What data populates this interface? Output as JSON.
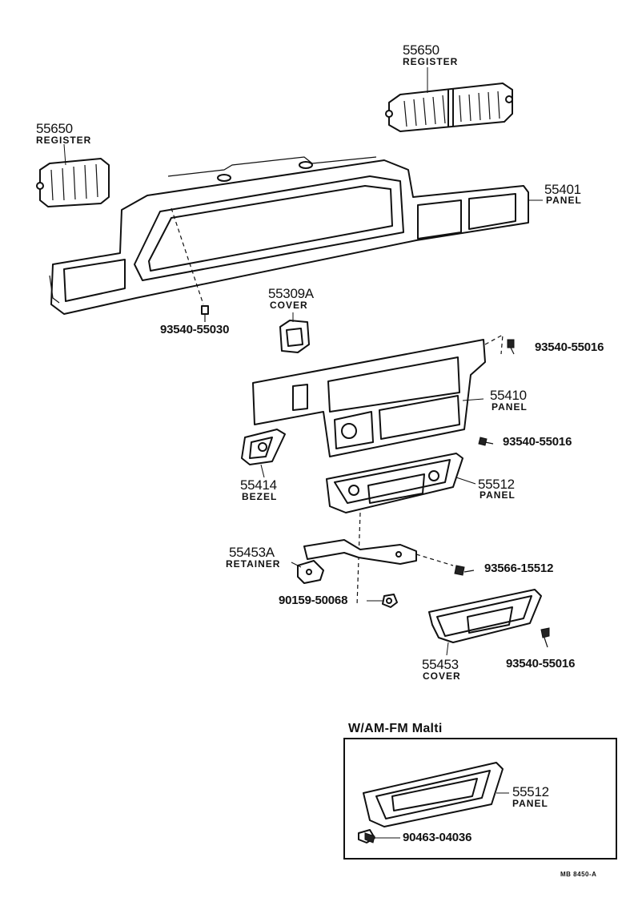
{
  "parts": {
    "register_right": {
      "number": "55650",
      "name": "REGISTER"
    },
    "register_left": {
      "number": "55650",
      "name": "REGISTER"
    },
    "panel_55401": {
      "number": "55401",
      "name": "PANEL"
    },
    "screw_55030": {
      "number": "93540-55030"
    },
    "cover_55309a": {
      "number": "55309A",
      "name": "COVER"
    },
    "screw_55016_a": {
      "number": "93540-55016"
    },
    "panel_55410": {
      "number": "55410",
      "name": "PANEL"
    },
    "screw_55016_b": {
      "number": "93540-55016"
    },
    "bezel_55414": {
      "number": "55414",
      "name": "BEZEL"
    },
    "panel_55512": {
      "number": "55512",
      "name": "PANEL"
    },
    "retainer_55453a": {
      "number": "55453A",
      "name": "RETAINER"
    },
    "screw_15512": {
      "number": "93566-15512"
    },
    "nut_50068": {
      "number": "90159-50068"
    },
    "cover_55453": {
      "number": "55453",
      "name": "COVER"
    },
    "screw_55016_c": {
      "number": "93540-55016"
    }
  },
  "inset": {
    "title": "W/AM-FM  Malti",
    "panel": {
      "number": "55512",
      "name": "PANEL"
    },
    "clip": {
      "number": "90463-04036"
    }
  },
  "footer_code": "MB  8450-A"
}
